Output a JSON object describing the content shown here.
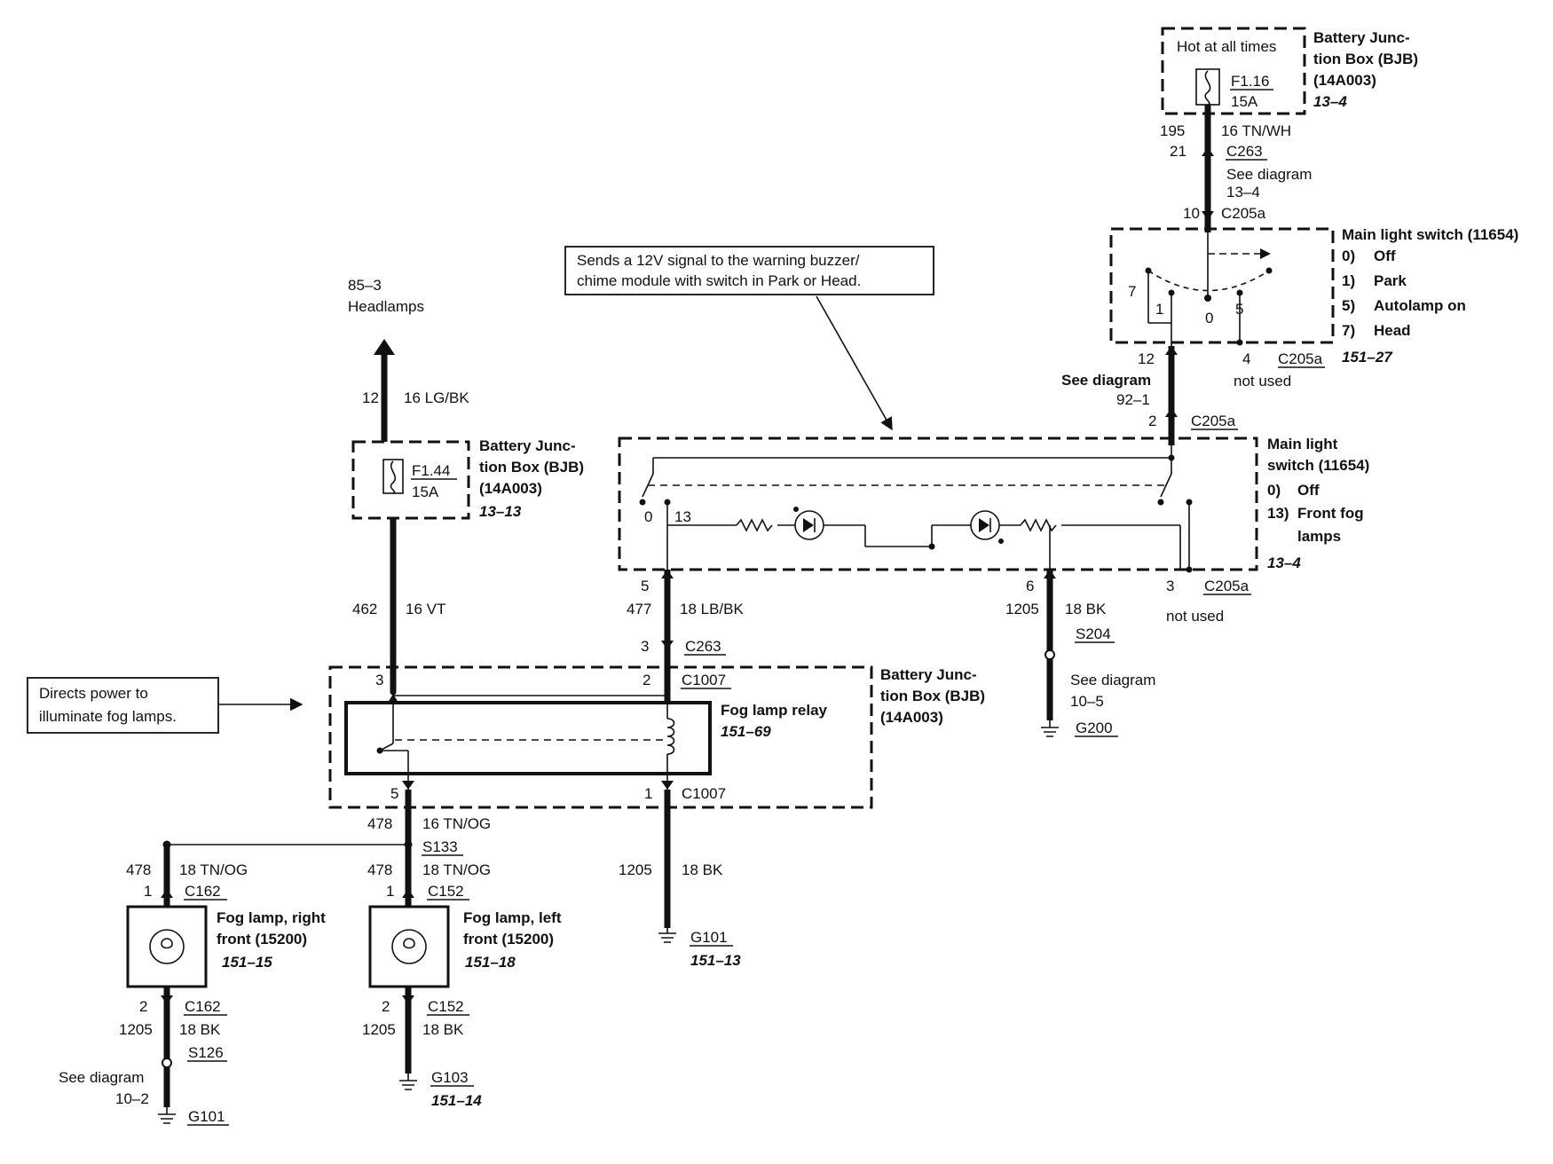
{
  "bjb_top": {
    "title": [
      "Battery Junc-",
      "tion Box (BJB)",
      "(14A003)"
    ],
    "ref": "13–4",
    "note": "Hot at all times",
    "fuse": "F1.16",
    "amps": "15A"
  },
  "wire_195": {
    "circuit": "195",
    "gauge_color": "16 TN/WH",
    "pin": "21",
    "connector": "C263",
    "see": "See diagram",
    "see_ref": "13–4",
    "pin2": "10",
    "connector2": "C205a"
  },
  "main_switch_1": {
    "title": "Main light switch (11654)",
    "positions": [
      {
        "num": "0)",
        "label": "Off"
      },
      {
        "num": "1)",
        "label": "Park"
      },
      {
        "num": "5)",
        "label": "Autolamp on"
      },
      {
        "num": "7)",
        "label": "Head"
      }
    ],
    "ref": "151–27",
    "contacts": {
      "c7": "7",
      "c1": "1",
      "c0": "0",
      "c5": "5"
    },
    "pin12": "12",
    "pin4": "4",
    "connector": "C205a",
    "not_used": "not used",
    "see": "See diagram",
    "see_ref": "92–1",
    "pin2": "2",
    "connector2": "C205a"
  },
  "callout_buzzer": "Sends a 12V signal to the warning buzzer/ chime module with switch in Park or Head.",
  "headlamps": {
    "ref": "85–3",
    "label": "Headlamps",
    "circuit": "12",
    "gauge_color": "16 LG/BK"
  },
  "bjb_mid": {
    "title": [
      "Battery Junc-",
      "tion Box (BJB)",
      "(14A003)"
    ],
    "ref": "13–13",
    "fuse": "F1.44",
    "amps": "15A"
  },
  "main_switch_2": {
    "title": [
      "Main light",
      "switch (11654)"
    ],
    "positions": [
      {
        "num": "0)",
        "label": "Off"
      },
      {
        "num": "13)",
        "label": "Front fog"
      }
    ],
    "pos13_cont": "lamps",
    "ref": "13–4",
    "contacts": {
      "c0": "0",
      "c13": "13"
    },
    "pin5": "5",
    "pin6": "6",
    "pin3": "3",
    "connector": "C205a",
    "not_used": "not used"
  },
  "wire_462": {
    "circuit": "462",
    "gauge_color": "16 VT"
  },
  "wire_477": {
    "circuit": "477",
    "gauge_color": "18 LB/BK",
    "pin": "3",
    "connector": "C263"
  },
  "wire_1205_top": {
    "circuit": "1205",
    "gauge_color": "18 BK",
    "splice": "S204",
    "see": "See diagram",
    "see_ref": "10–5",
    "ground": "G200"
  },
  "callout_relay": "Directs power to illuminate fog lamps.",
  "bjb_relay": {
    "title": [
      "Battery Junc-",
      "tion Box (BJB)",
      "(14A003)"
    ],
    "relay": "Fog lamp relay",
    "relay_ref": "151–69",
    "pin3": "3",
    "pin2": "2",
    "connector_top": "C1007",
    "pin5": "5",
    "pin1": "1",
    "connector_bot": "C1007"
  },
  "wire_478": {
    "circuit": "478",
    "gauge_color": "16 TN/OG",
    "splice": "S133"
  },
  "wire_1205_relay": {
    "circuit": "1205",
    "gauge_color": "18 BK",
    "ground": "G101",
    "ground_ref": "151–13"
  },
  "fog_right": {
    "circuit": "478",
    "gauge_color": "18 TN/OG",
    "pin1": "1",
    "connector": "C162",
    "title": [
      "Fog lamp, right",
      "front (15200)"
    ],
    "ref": "151–15",
    "pin2": "2",
    "connector2": "C162",
    "circuit2": "1205",
    "gauge_color2": "18 BK",
    "splice": "S126",
    "see": "See diagram",
    "see_ref": "10–2",
    "ground": "G101"
  },
  "fog_left": {
    "circuit": "478",
    "gauge_color": "18 TN/OG",
    "pin1": "1",
    "connector": "C152",
    "title": [
      "Fog lamp, left",
      "front (15200)"
    ],
    "ref": "151–18",
    "pin2": "2",
    "connector2": "C152",
    "circuit2": "1205",
    "gauge_color2": "18 BK",
    "ground": "G103",
    "ground_ref": "151–14"
  }
}
